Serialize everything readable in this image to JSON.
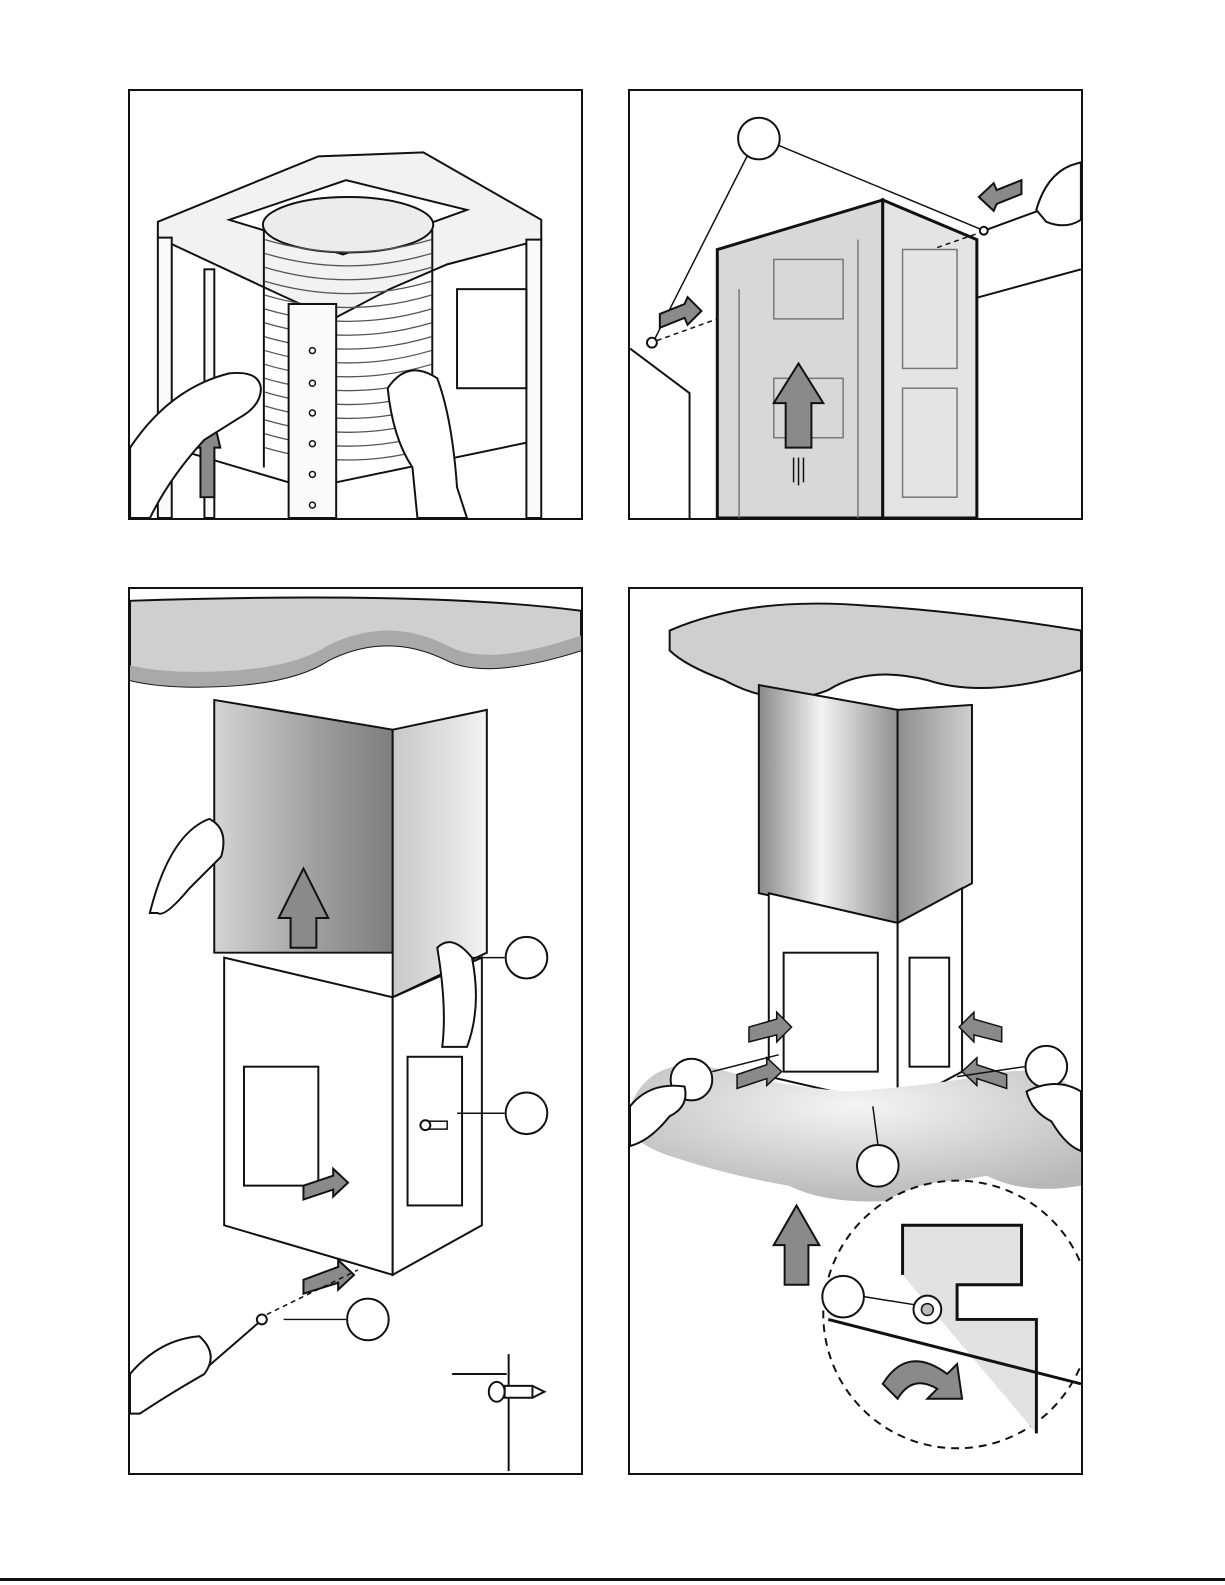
{
  "document": {
    "type": "installation-instructions-illustration-page",
    "panels": [
      {
        "id": "panel-1",
        "scene": "duct-support-frame-lift"
      },
      {
        "id": "panel-2",
        "scene": "upper-chimney-screw-to-wall"
      },
      {
        "id": "panel-3",
        "scene": "lower-chimney-attach-to-frame"
      },
      {
        "id": "panel-4",
        "scene": "hood-canopy-attach"
      }
    ],
    "callouts": {
      "count_panel_2": 1,
      "count_panel_3": 3,
      "count_panel_4": 4
    },
    "icons": [
      "arrow-up-icon",
      "arrow-right-icon",
      "arrow-left-icon",
      "rotate-arrow-icon",
      "screw-icon",
      "screwdriver-icon",
      "hand-icon"
    ],
    "colors": {
      "line": "#111111",
      "arrow_fill": "#8a8a8a",
      "panel_fill": "#d8d8d8",
      "ceiling_fill": "#cfcfcf"
    }
  }
}
